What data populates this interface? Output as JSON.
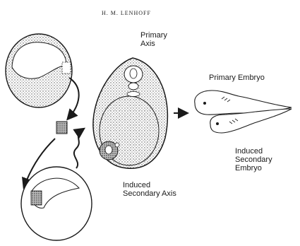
{
  "header": {
    "author": "H. M. LENHOFF"
  },
  "labels": {
    "primary_axis": "Primary\nAxis",
    "primary_embryo": "Primary Embryo",
    "induced_secondary_embryo": "Induced\nSecondary\nEmbryo",
    "induced_secondary_axis": "Induced\nSecondary Axis"
  },
  "colors": {
    "ink": "#1a1a1a",
    "stipple": "#555555",
    "background": "#ffffff"
  }
}
